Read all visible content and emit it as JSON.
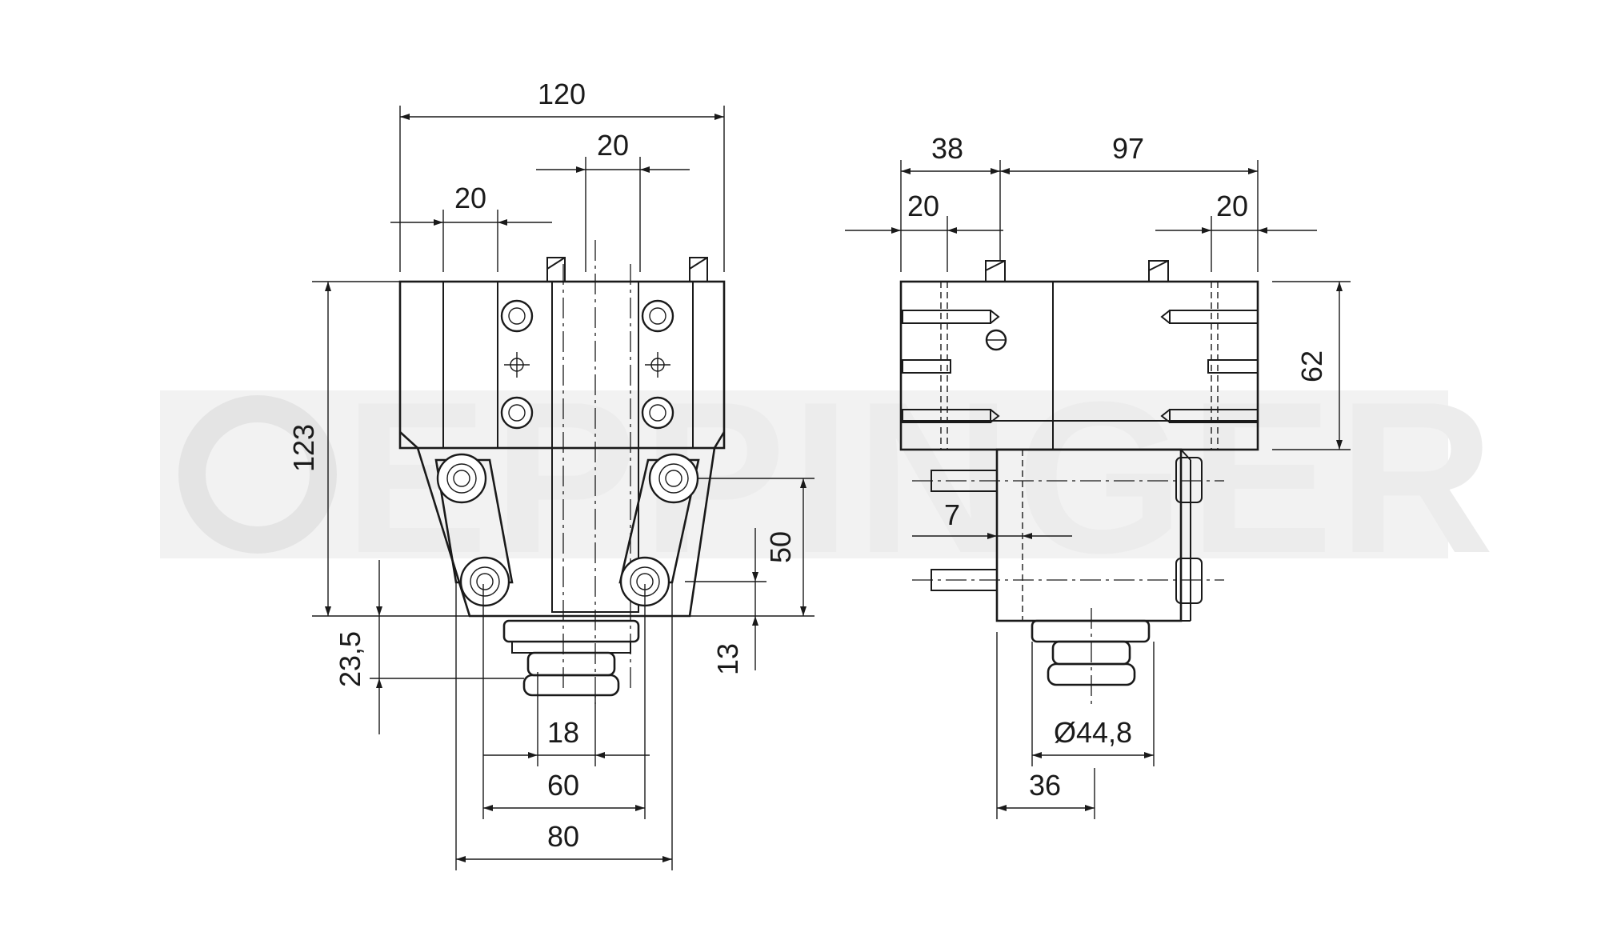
{
  "watermark": "EPPINGER",
  "dimensions": {
    "front_width_total": "120",
    "front_slot_right": "20",
    "front_slot_left": "20",
    "front_height": "123",
    "front_offset_50": "50",
    "front_offset_23_5": "23,5",
    "front_offset_13": "13",
    "front_width_18": "18",
    "front_width_60": "60",
    "front_width_80": "80",
    "side_depth_38": "38",
    "side_length_97": "97",
    "side_left_20": "20",
    "side_right_20": "20",
    "side_height_62": "62",
    "side_pin_7": "7",
    "side_diameter": "Ø44,8",
    "side_offset_36": "36"
  }
}
